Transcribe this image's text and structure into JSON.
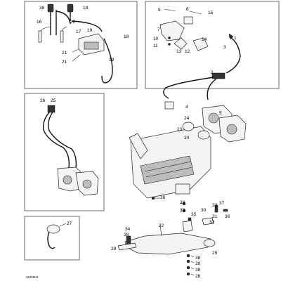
{
  "diagram": {
    "figure_code": "06J0604",
    "callouts": {
      "c38_top": "38",
      "c18_top": "18",
      "c16": "16",
      "c20": "20",
      "c17": "17",
      "c19_top": "19",
      "c18_right": "18",
      "c21_a": "21",
      "c21_b": "21",
      "c19_bottom": "19",
      "c9": "9",
      "c6": "6",
      "c15": "15",
      "c7": "7",
      "c10": "10",
      "c11": "11",
      "c13": "13",
      "c12": "12",
      "c14": "14",
      "c1": "1",
      "c3": "3",
      "c2": "2",
      "c4": "4",
      "c26": "26",
      "c25": "25",
      "c5": "5",
      "c24_a": "24",
      "c23": "23",
      "c24_b": "24",
      "c38_mid": "38",
      "c28_a": "28",
      "c39": "39",
      "c32": "32",
      "c37": "37",
      "c30": "30",
      "c35": "35",
      "c33": "33",
      "c31": "31",
      "c36": "36",
      "c27": "27",
      "c34": "34",
      "c28_b": "28",
      "c22": "22",
      "c29_a": "29",
      "c29_b": "29",
      "c38_b1": "38",
      "c28_b1": "28",
      "c38_b2": "38",
      "c28_b2": "28"
    }
  }
}
